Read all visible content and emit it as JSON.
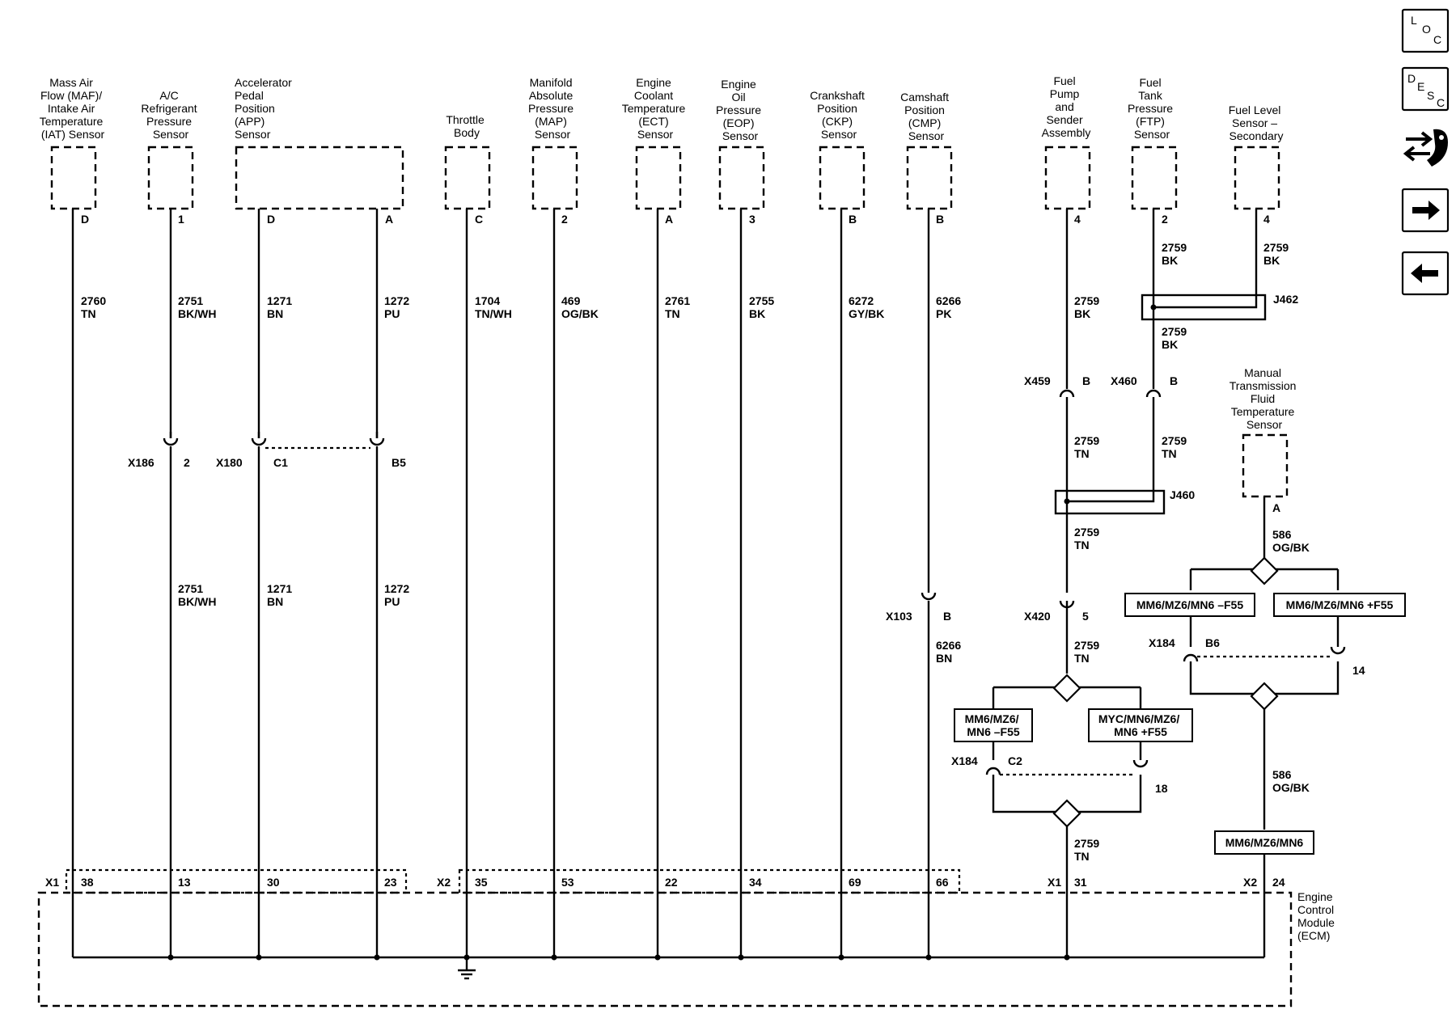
{
  "components": {
    "maf": [
      "Mass Air",
      "Flow (MAF)/",
      "Intake Air",
      "Temperature",
      "(IAT) Sensor"
    ],
    "ac": [
      "A/C",
      "Refrigerant",
      "Pressure",
      "Sensor"
    ],
    "app": [
      "Accelerator",
      "Pedal",
      "Position",
      "(APP)",
      "Sensor"
    ],
    "throttle": [
      "Throttle",
      "Body"
    ],
    "map": [
      "Manifold",
      "Absolute",
      "Pressure",
      "(MAP)",
      "Sensor"
    ],
    "ect": [
      "Engine",
      "Coolant",
      "Temperature",
      "(ECT)",
      "Sensor"
    ],
    "eop": [
      "Engine",
      "Oil",
      "Pressure",
      "(EOP)",
      "Sensor"
    ],
    "ckp": [
      "Crankshaft",
      "Position",
      "(CKP)",
      "Sensor"
    ],
    "cmp": [
      "Camshaft",
      "Position",
      "(CMP)",
      "Sensor"
    ],
    "fuelpump": [
      "Fuel",
      "Pump",
      "and",
      "Sender",
      "Assembly"
    ],
    "ftp": [
      "Fuel",
      "Tank",
      "Pressure",
      "(FTP)",
      "Sensor"
    ],
    "fuellevel": [
      "Fuel Level",
      "Sensor –",
      "Secondary"
    ],
    "mtf": [
      "Manual",
      "Transmission",
      "Fluid",
      "Temperature",
      "Sensor"
    ],
    "ecm": [
      "Engine",
      "Control",
      "Module",
      "(ECM)"
    ]
  },
  "pins": {
    "maf": "D",
    "ac": "1",
    "app_d": "D",
    "app_a": "A",
    "throttle": "C",
    "map": "2",
    "ect": "A",
    "eop": "3",
    "ckp": "B",
    "cmp": "B",
    "fuelpump": "4",
    "ftp": "2",
    "fuellevel": "4",
    "mtf": "A"
  },
  "wires": {
    "w2760": [
      "2760",
      "TN"
    ],
    "w2751a": [
      "2751",
      "BK/WH"
    ],
    "w1271a": [
      "1271",
      "BN"
    ],
    "w1272a": [
      "1272",
      "PU"
    ],
    "w1704": [
      "1704",
      "TN/WH"
    ],
    "w469": [
      "469",
      "OG/BK"
    ],
    "w2761": [
      "2761",
      "TN"
    ],
    "w2755": [
      "2755",
      "BK"
    ],
    "w6272": [
      "6272",
      "GY/BK"
    ],
    "w6266a": [
      "6266",
      "PK"
    ],
    "w2751b": [
      "2751",
      "BK/WH"
    ],
    "w1271b": [
      "1271",
      "BN"
    ],
    "w1272b": [
      "1272",
      "PU"
    ],
    "w6266b": [
      "6266",
      "BN"
    ],
    "w2759fp": [
      "2759",
      "BK"
    ],
    "w2759ftp": [
      "2759",
      "BK"
    ],
    "w2759fl": [
      "2759",
      "BK"
    ],
    "w2759j462": [
      "2759",
      "BK"
    ],
    "w2759x459": [
      "2759",
      "TN"
    ],
    "w2759x460": [
      "2759",
      "TN"
    ],
    "w2759j460": [
      "2759",
      "TN"
    ],
    "w2759x420": [
      "2759",
      "TN"
    ],
    "w2759ecm": [
      "2759",
      "TN"
    ],
    "w586a": [
      "586",
      "OG/BK"
    ],
    "w586b": [
      "586",
      "OG/BK"
    ]
  },
  "connectors": {
    "x186": "X186",
    "x186_pin": "2",
    "x180": "X180",
    "x180_c1": "C1",
    "x180_b5": "B5",
    "x103": "X103",
    "x103_pin": "B",
    "x459": "X459",
    "x459_pin": "B",
    "x460": "X460",
    "x460_pin": "B",
    "x420": "X420",
    "x420_pin": "5",
    "x184a": "X184",
    "x184a_c2": "C2",
    "x184a_18": "18",
    "x184b": "X184",
    "x184b_b6": "B6",
    "x184b_14": "14",
    "j462": "J462",
    "j460": "J460"
  },
  "options": {
    "left_a": [
      "MM6/MZ6/",
      "MN6 –F55"
    ],
    "left_b": [
      "MYC/MN6/MZ6/",
      "MN6 +F55"
    ],
    "right_a": "MM6/MZ6/MN6 –F55",
    "right_b": "MM6/MZ6/MN6 +F55",
    "right_c": "MM6/MZ6/MN6"
  },
  "ecm_pins": {
    "x1": "X1",
    "x2": "X2",
    "p38": "38",
    "p13": "13",
    "p30": "30",
    "p23": "23",
    "p35": "35",
    "p53": "53",
    "p22": "22",
    "p34": "34",
    "p69": "69",
    "p66": "66",
    "x1b": "X1",
    "p31": "31",
    "x2b": "X2",
    "p24": "24"
  },
  "nav": {
    "loc": [
      "L",
      "O",
      "C"
    ],
    "desc": [
      "D",
      "E",
      "S",
      "C"
    ],
    "connector_icon": "connector-wrench-icon",
    "next_icon": "arrow-right-icon",
    "prev_icon": "arrow-left-icon"
  }
}
